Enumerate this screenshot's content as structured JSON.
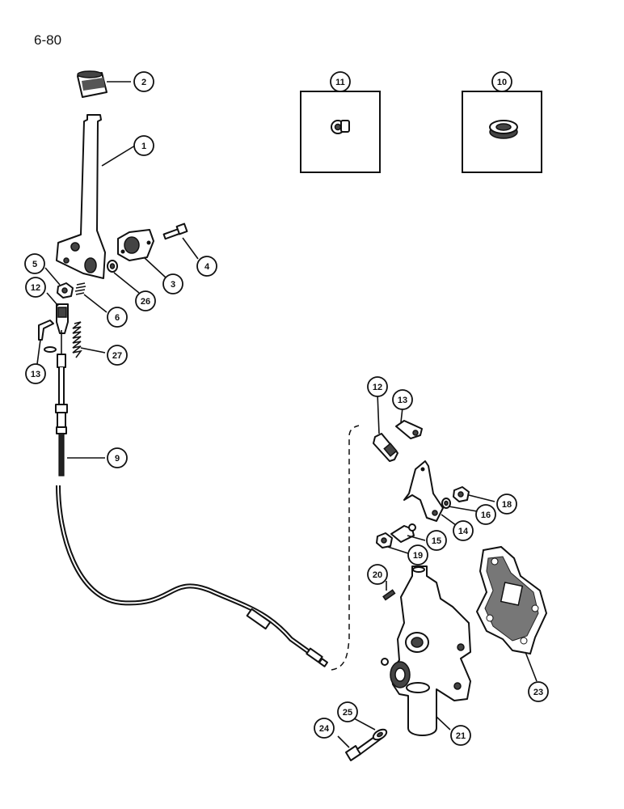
{
  "page_id": "6-80",
  "callouts": [
    "1",
    "2",
    "3",
    "4",
    "5",
    "6",
    "9",
    "10",
    "11",
    "12",
    "12",
    "13",
    "13",
    "14",
    "15",
    "16",
    "18",
    "19",
    "20",
    "21",
    "23",
    "24",
    "25",
    "26",
    "27"
  ]
}
